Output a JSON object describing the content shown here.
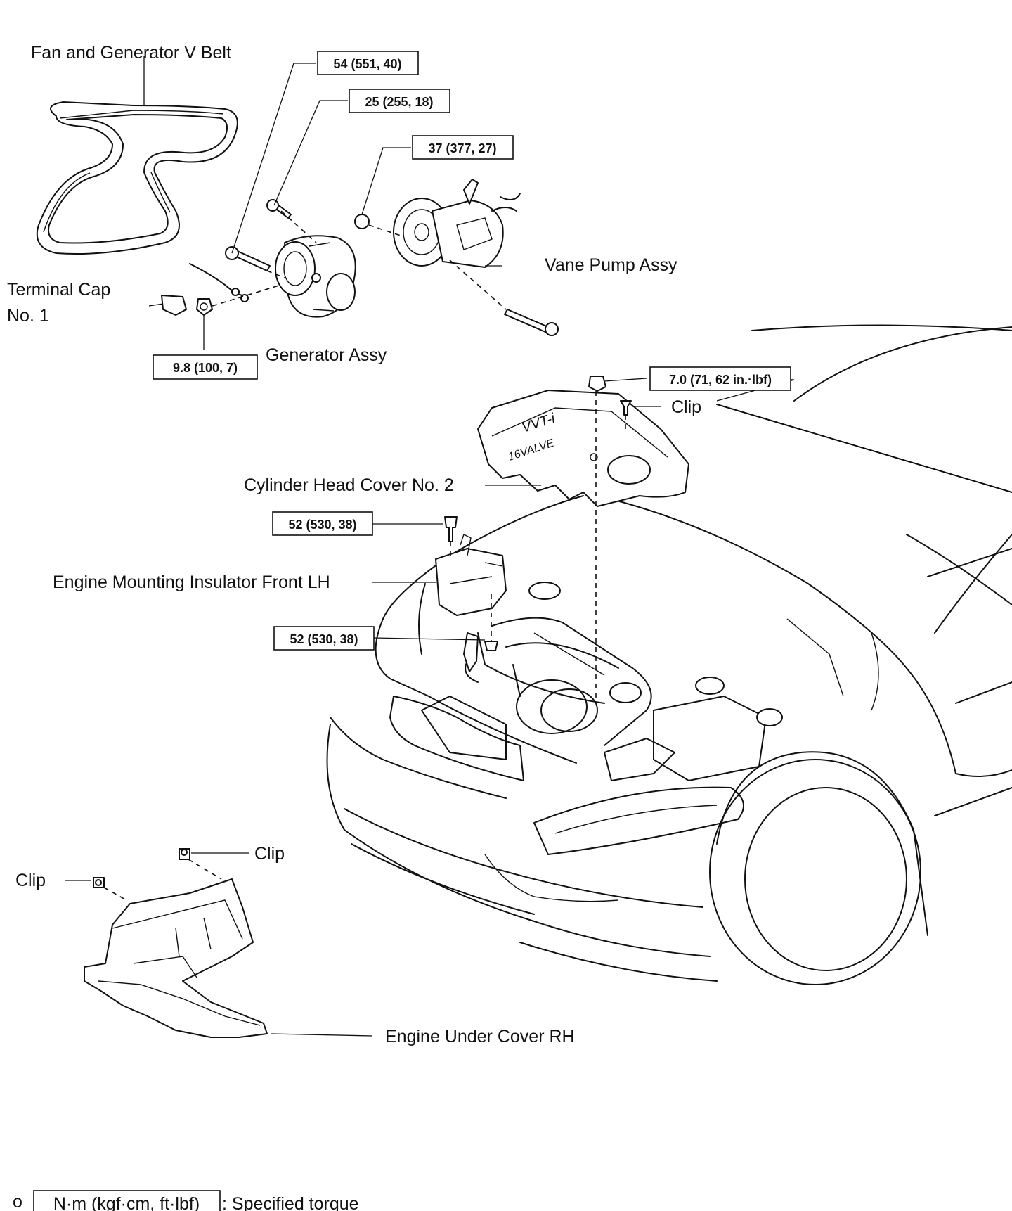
{
  "labels": {
    "fan_belt": "Fan and Generator V Belt",
    "vane_pump": "Vane Pump Assy",
    "terminal_cap_line1": "Terminal Cap",
    "terminal_cap_line2": "No. 1",
    "generator": "Generator Assy",
    "clip_cover": "Clip",
    "cylinder_head_cover": "Cylinder Head Cover No. 2",
    "engine_mount": "Engine Mounting Insulator Front LH",
    "clip_under_upper": "Clip",
    "clip_under_left": "Clip",
    "engine_under_cover": "Engine Under Cover RH"
  },
  "torques": {
    "generator_upper_bolt": "54 (551, 40)",
    "generator_lower_bolt": "25 (255, 18)",
    "vane_pump_nut": "37 (377, 27)",
    "terminal_nut": "9.8 (100, 7)",
    "head_cover_nut": "7.0 (71, 62 in.·lbf)",
    "mount_upper_bolt": "52 (530, 38)",
    "mount_lower_nut": "52 (530, 38)"
  },
  "legend": {
    "marker": "o",
    "unit_box": "N·m (kgf·cm, ft·lbf)",
    "meaning": ": Specified torque"
  }
}
